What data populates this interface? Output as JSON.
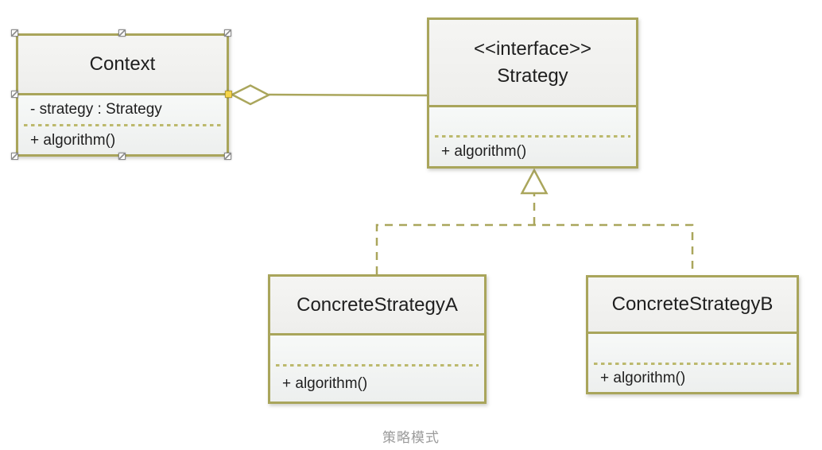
{
  "diagram": {
    "title_caption": "策略模式",
    "classes": [
      {
        "id": "context",
        "stereotype": "",
        "name": "Context",
        "attributes": [
          "- strategy : Strategy"
        ],
        "methods": [
          "+ algorithm()"
        ],
        "selected": true
      },
      {
        "id": "strategy",
        "stereotype": "<<interface>>",
        "name": "Strategy",
        "attributes": [],
        "methods": [
          "+ algorithm()"
        ],
        "selected": false
      },
      {
        "id": "concrete-strategy-a",
        "stereotype": "",
        "name": "ConcreteStrategyA",
        "attributes": [],
        "methods": [
          "+ algorithm()"
        ],
        "selected": false
      },
      {
        "id": "concrete-strategy-b",
        "stereotype": "",
        "name": "ConcreteStrategyB",
        "attributes": [],
        "methods": [
          "+ algorithm()"
        ],
        "selected": false
      }
    ],
    "relationships": [
      {
        "type": "aggregation",
        "from": "Context",
        "to": "Strategy",
        "line": "solid",
        "marker": "hollow-diamond"
      },
      {
        "type": "realization",
        "from": "ConcreteStrategyA",
        "to": "Strategy",
        "line": "dashed",
        "marker": "hollow-triangle"
      },
      {
        "type": "realization",
        "from": "ConcreteStrategyB",
        "to": "Strategy",
        "line": "dashed",
        "marker": "hollow-triangle"
      }
    ],
    "colors": {
      "box_border": "#a9a55b",
      "connector": "#aaa65c",
      "member_separator": "#bcb96d",
      "box_title_fill": "#f2f2f0",
      "box_body_fill": "#f4f6f5",
      "text": "#1f1f1f",
      "caption_text": "#9b9b9b",
      "selection_handle_fill": "#ffffff",
      "connection_point_fill": "#f5d449",
      "background": "#ffffff"
    }
  }
}
